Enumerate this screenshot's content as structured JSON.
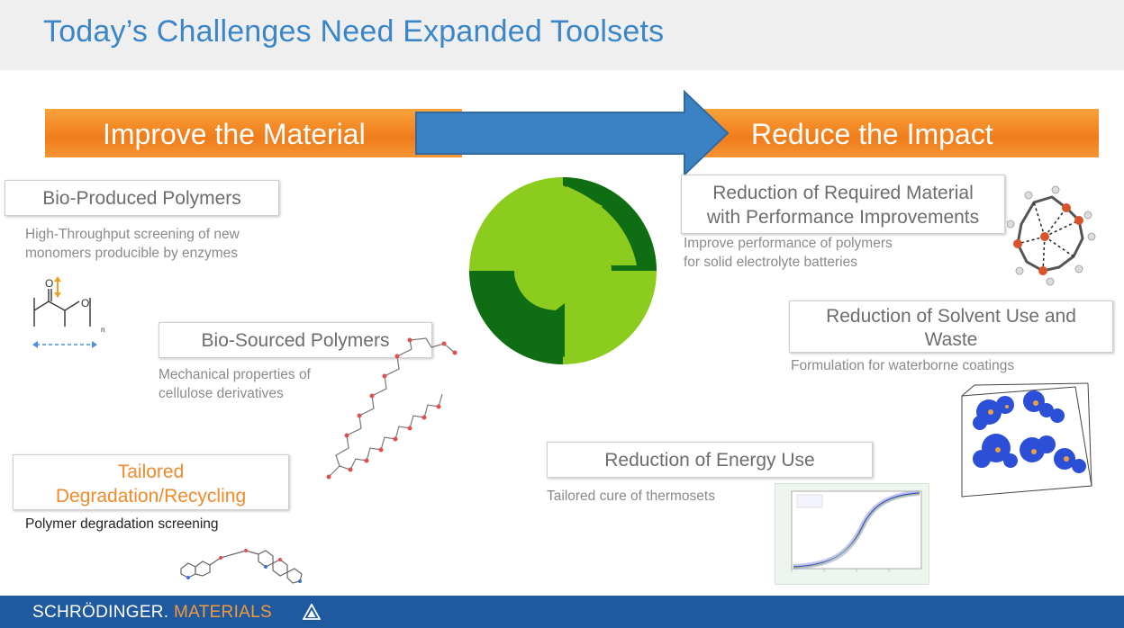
{
  "slide": {
    "title": "Today’s Challenges Need Expanded Toolsets"
  },
  "banners": {
    "left": "Improve the Material",
    "right": "Reduce the Impact"
  },
  "left_items": {
    "bio_produced": {
      "heading": "Bio-Produced Polymers",
      "desc_line1": "High-Throughput screening of new",
      "desc_line2": "monomers producible by enzymes"
    },
    "bio_sourced": {
      "heading": "Bio-Sourced Polymers",
      "desc_line1": "Mechanical properties of",
      "desc_line2": "cellulose derivatives"
    },
    "tailored": {
      "heading_line1": "Tailored",
      "heading_line2": "Degradation/Recycling",
      "desc": "Polymer degradation screening"
    }
  },
  "right_items": {
    "required_material": {
      "heading_line1": "Reduction of Required Material",
      "heading_line2": "with Performance Improvements",
      "desc_line1": "Improve performance of polymers",
      "desc_line2": "for solid electrolyte batteries"
    },
    "solvent": {
      "heading_line1": "Reduction of Solvent Use and",
      "heading_line2": "Waste",
      "desc": "Formulation for waterborne coatings"
    },
    "energy": {
      "heading": "Reduction of Energy Use",
      "desc": "Tailored cure of thermosets"
    }
  },
  "structure_labels": {
    "oxygen1": "O",
    "oxygen2": "O",
    "subscript": "n"
  },
  "footer": {
    "brand_main": "SCHRÖDINGER.",
    "brand_sub": "MATERIALS"
  },
  "colors": {
    "title": "#3a86c8",
    "banner_orange": "#f39a3a",
    "arrow_blue": "#3b82c4",
    "recycle_light": "#8ccc1e",
    "recycle_dark": "#0f6e14",
    "footer_bar": "#1f5aa0",
    "highlight_orange": "#f08a2a"
  },
  "icons": {
    "center": "recycle-arrows-icon",
    "footer": "schrodinger-logo-icon"
  }
}
